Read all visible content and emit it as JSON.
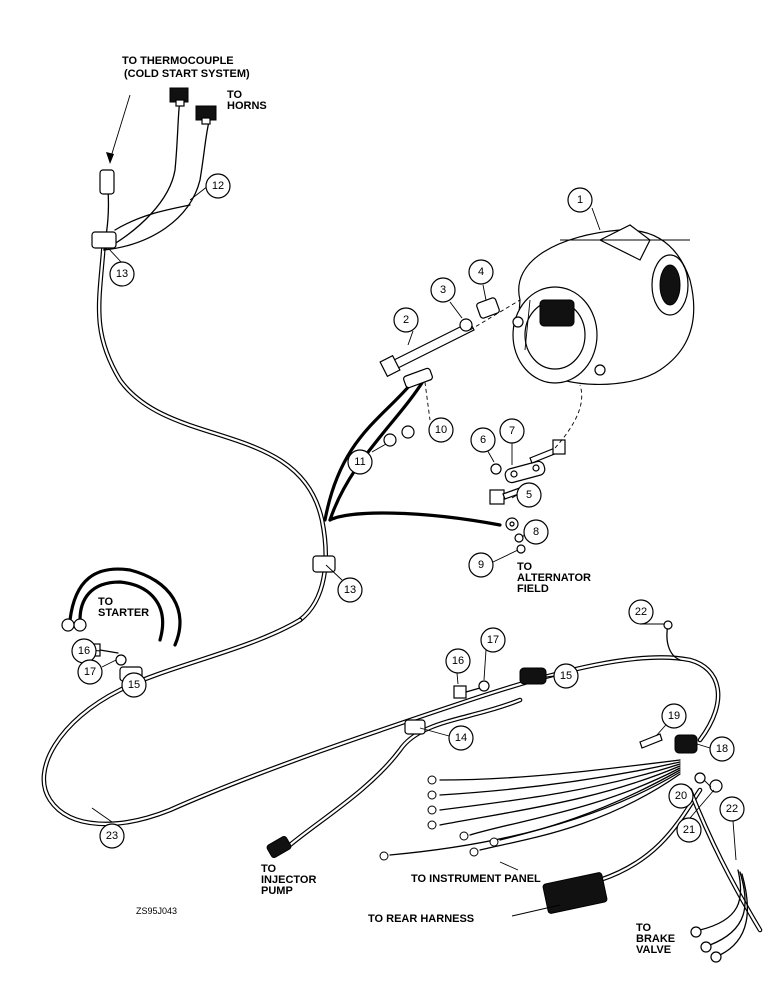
{
  "labels": {
    "thermocouple_line1": "TO THERMOCOUPLE",
    "thermocouple_line2": "(COLD START SYSTEM)",
    "horns_line1": "TO",
    "horns_line2": "HORNS",
    "starter_line1": "TO",
    "starter_line2": "STARTER",
    "alternator_line1": "TO",
    "alternator_line2": "ALTERNATOR",
    "alternator_line3": "FIELD",
    "injector_line1": "TO",
    "injector_line2": "INJECTOR",
    "injector_line3": "PUMP",
    "instrument_panel": "TO INSTRUMENT PANEL",
    "rear_harness": "TO REAR HARNESS",
    "brake_line1": "TO",
    "brake_line2": "BRAKE",
    "brake_line3": "VALVE",
    "figure_id": "ZS95J043"
  },
  "callouts": {
    "c1": "1",
    "c2": "2",
    "c3": "3",
    "c4": "4",
    "c5": "5",
    "c6": "6",
    "c7": "7",
    "c8": "8",
    "c9": "9",
    "c10": "10",
    "c11": "11",
    "c12": "12",
    "c13a": "13",
    "c13b": "13",
    "c14": "14",
    "c15a": "15",
    "c15b": "15",
    "c16a": "16",
    "c16b": "16",
    "c17a": "17",
    "c17b": "17",
    "c18": "18",
    "c19": "19",
    "c20": "20",
    "c21": "21",
    "c22a": "22",
    "c22b": "22",
    "c23": "23"
  },
  "colors": {
    "ink": "#000000",
    "paper": "#ffffff"
  }
}
